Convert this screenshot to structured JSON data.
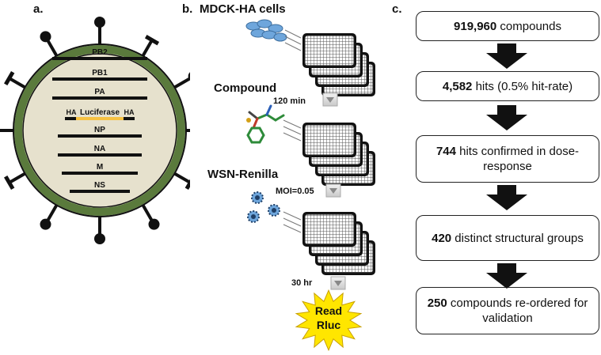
{
  "panels": {
    "a": "a.",
    "b": "b.",
    "c": "c."
  },
  "virus": {
    "segments": [
      "PB2",
      "PB1",
      "PA",
      "NP",
      "NA",
      "M",
      "NS"
    ],
    "reporter": {
      "left": "HA",
      "center": "Luciferase",
      "right": "HA"
    },
    "colors": {
      "capsid": "#e6e1cd",
      "envelope": "#5a7a3c",
      "luciferase": "#f6c142",
      "segment": "#111111"
    }
  },
  "assay": {
    "cells": "MDCK-HA cells",
    "compound": "Compound",
    "compound_time": "120 min",
    "virus": "WSN-Renilla",
    "moi": "MOI=0.05",
    "incubation": "30 hr",
    "readout": [
      "Read",
      "Rluc"
    ],
    "colors": {
      "burst": "#ffe600",
      "cell": "#6ea6dc"
    }
  },
  "funnel": [
    {
      "bold": "919,960",
      "text": " compounds"
    },
    {
      "bold": "4,582",
      "text": " hits (0.5% hit-rate)"
    },
    {
      "bold": "744",
      "text": " hits confirmed in dose-response"
    },
    {
      "bold": "420",
      "text": " distinct structural groups"
    },
    {
      "bold": "250",
      "text": " compounds re-ordered for validation"
    }
  ]
}
